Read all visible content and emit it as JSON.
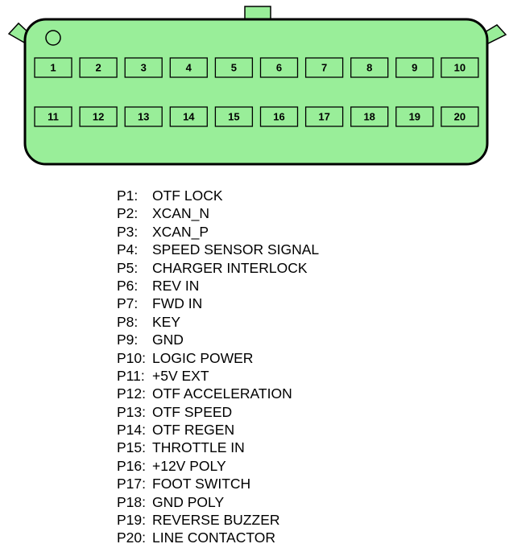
{
  "connector": {
    "body_color": "#99ee99",
    "stroke_color": "#000000",
    "pins": [
      {
        "id": "1",
        "label": "OTF LOCK"
      },
      {
        "id": "2",
        "label": "XCAN_N"
      },
      {
        "id": "3",
        "label": "XCAN_P"
      },
      {
        "id": "4",
        "label": "SPEED SENSOR SIGNAL"
      },
      {
        "id": "5",
        "label": "CHARGER INTERLOCK"
      },
      {
        "id": "6",
        "label": "REV IN"
      },
      {
        "id": "7",
        "label": "FWD IN"
      },
      {
        "id": "8",
        "label": "KEY"
      },
      {
        "id": "9",
        "label": "GND"
      },
      {
        "id": "10",
        "label": "LOGIC POWER"
      },
      {
        "id": "11",
        "label": "+5V EXT"
      },
      {
        "id": "12",
        "label": "OTF ACCELERATION"
      },
      {
        "id": "13",
        "label": "OTF SPEED"
      },
      {
        "id": "14",
        "label": "OTF REGEN"
      },
      {
        "id": "15",
        "label": "THROTTLE IN"
      },
      {
        "id": "16",
        "label": "+12V POLY"
      },
      {
        "id": "17",
        "label": "FOOT SWITCH"
      },
      {
        "id": "18",
        "label": "GND POLY"
      },
      {
        "id": "19",
        "label": "REVERSE BUZZER"
      },
      {
        "id": "20",
        "label": "LINE CONTACTOR"
      }
    ]
  },
  "legend": [
    {
      "pin": "P1:",
      "label": "OTF LOCK"
    },
    {
      "pin": "P2:",
      "label": "XCAN_N"
    },
    {
      "pin": "P3:",
      "label": "XCAN_P"
    },
    {
      "pin": "P4:",
      "label": "SPEED SENSOR SIGNAL"
    },
    {
      "pin": "P5:",
      "label": "CHARGER INTERLOCK"
    },
    {
      "pin": "P6:",
      "label": "REV IN"
    },
    {
      "pin": "P7:",
      "label": "FWD IN"
    },
    {
      "pin": "P8:",
      "label": "KEY"
    },
    {
      "pin": "P9:",
      "label": "GND"
    },
    {
      "pin": "P10:",
      "label": "LOGIC POWER"
    },
    {
      "pin": "P11:",
      "label": "+5V EXT"
    },
    {
      "pin": "P12:",
      "label": "OTF ACCELERATION"
    },
    {
      "pin": "P13:",
      "label": "OTF SPEED"
    },
    {
      "pin": "P14:",
      "label": "OTF REGEN"
    },
    {
      "pin": "P15:",
      "label": "THROTTLE IN"
    },
    {
      "pin": "P16:",
      "label": "+12V POLY"
    },
    {
      "pin": "P17:",
      "label": "FOOT SWITCH"
    },
    {
      "pin": "P18:",
      "label": "GND POLY"
    },
    {
      "pin": "P19:",
      "label": "REVERSE BUZZER"
    },
    {
      "pin": "P20:",
      "label": "LINE CONTACTOR"
    }
  ]
}
